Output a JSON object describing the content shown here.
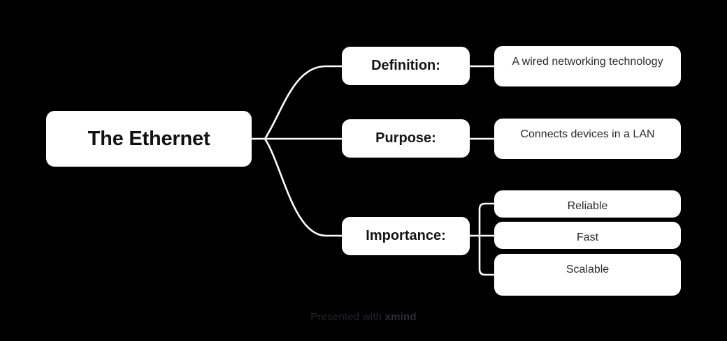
{
  "canvas": {
    "background_color": "#000000",
    "node_fill_color": "#ffffff",
    "edge_color": "#ffffff"
  },
  "mindmap": {
    "root": {
      "label": "The Ethernet"
    },
    "branches": [
      {
        "label": "Definition:",
        "children": [
          {
            "label": "A wired networking technology"
          }
        ]
      },
      {
        "label": "Purpose:",
        "children": [
          {
            "label": "Connects devices in a LAN"
          }
        ]
      },
      {
        "label": "Importance:",
        "children": [
          {
            "label": "Reliable"
          },
          {
            "label": "Fast"
          },
          {
            "label": "Scalable"
          }
        ]
      }
    ]
  },
  "footer": {
    "prefix": "Presented with ",
    "brand": "xmind"
  }
}
